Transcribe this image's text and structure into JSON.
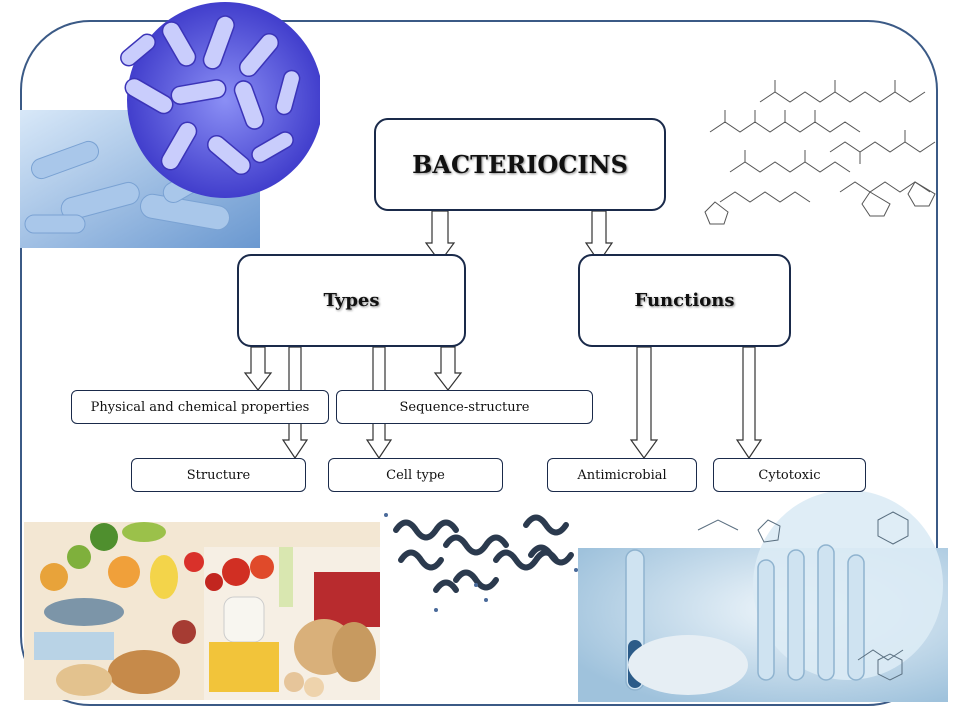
{
  "diagram": {
    "root": "BACTERIOCINS",
    "branches": {
      "types": {
        "label": "Types",
        "criteria": [
          "Physical and chemical properties",
          "Sequence-structure"
        ],
        "children": [
          "Structure",
          "Cell type"
        ]
      },
      "functions": {
        "label": "Functions",
        "children": [
          "Antimicrobial",
          "Cytotoxic"
        ]
      }
    }
  },
  "colors": {
    "frame": "#3b5a86",
    "box_border": "#1a2a4a",
    "arrow_stroke": "#333333",
    "bacteria": "#5a5fe0",
    "protein": "#2b3a4e"
  },
  "illustrations": [
    "bacteria-micrograph",
    "molecule-structure",
    "food-assortment",
    "protein-ribbon",
    "laboratory-test-tubes"
  ]
}
